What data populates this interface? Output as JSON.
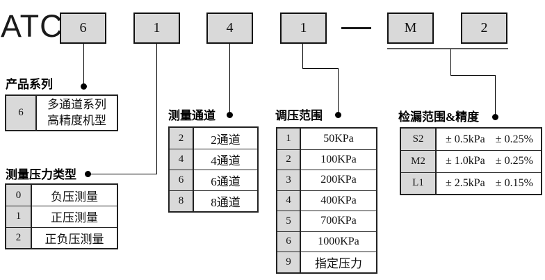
{
  "model_code": {
    "brand": "ATC",
    "segments": [
      "6",
      "1",
      "4",
      "1",
      "M",
      "2"
    ],
    "separator_dash": "—"
  },
  "product_series": {
    "title": "产品系列",
    "rows": [
      {
        "key": "6",
        "value": "多通道系列\n高精度机型"
      }
    ]
  },
  "pressure_type": {
    "title": "测量压力类型",
    "rows": [
      {
        "key": "0",
        "value": "负压测量"
      },
      {
        "key": "1",
        "value": "正压测量"
      },
      {
        "key": "2",
        "value": "正负压测量"
      }
    ]
  },
  "channels": {
    "title": "测量通道",
    "rows": [
      {
        "key": "2",
        "value": "2通道"
      },
      {
        "key": "4",
        "value": "4通道"
      },
      {
        "key": "6",
        "value": "6通道"
      },
      {
        "key": "8",
        "value": "8通道"
      }
    ]
  },
  "pressure_range": {
    "title": "调压范围",
    "rows": [
      {
        "key": "1",
        "value": "50KPa"
      },
      {
        "key": "2",
        "value": "100KPa"
      },
      {
        "key": "3",
        "value": "200KPa"
      },
      {
        "key": "4",
        "value": "400KPa"
      },
      {
        "key": "5",
        "value": "700KPa"
      },
      {
        "key": "6",
        "value": "1000KPa"
      },
      {
        "key": "9",
        "value": "指定压力"
      }
    ]
  },
  "leak_range": {
    "title": "检漏范围&精度",
    "rows": [
      {
        "key": "S2",
        "range": "± 0.5kPa",
        "accuracy": "± 0.25%"
      },
      {
        "key": "M2",
        "range": "± 1.0kPa",
        "accuracy": "± 0.25%"
      },
      {
        "key": "L1",
        "range": "± 2.5kPa",
        "accuracy": "± 0.15%"
      }
    ]
  },
  "colors": {
    "box_fill": "#d9d9d9",
    "line": "#000000",
    "background": "#ffffff"
  }
}
